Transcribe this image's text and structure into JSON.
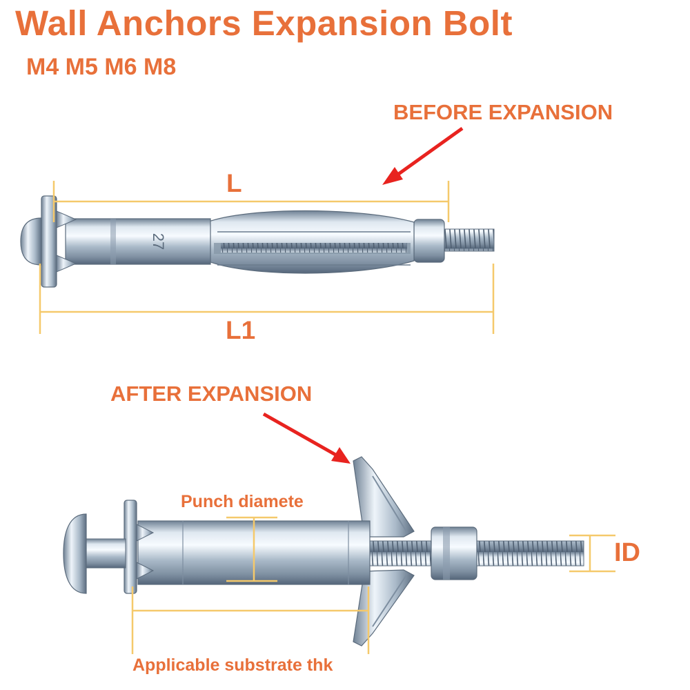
{
  "title": "Wall Anchors Expansion Bolt",
  "sizes": "M4 M5 M6 M8",
  "labels": {
    "before_expansion": "BEFORE EXPANSION",
    "after_expansion": "AFTER EXPANSION",
    "length": "L",
    "total_length": "L1",
    "punch_diameter": "Punch diamete",
    "inner_diameter": "ID",
    "substrate_thickness": "Applicable substrate thk"
  },
  "sleeve_marking": "27",
  "colors": {
    "label_text": "#e8703a",
    "arrow": "#e8231f",
    "dimension_line": "#f5c96b",
    "metal": "#a9b9c8"
  },
  "icons": [
    "before-arrow-icon",
    "after-arrow-icon"
  ]
}
